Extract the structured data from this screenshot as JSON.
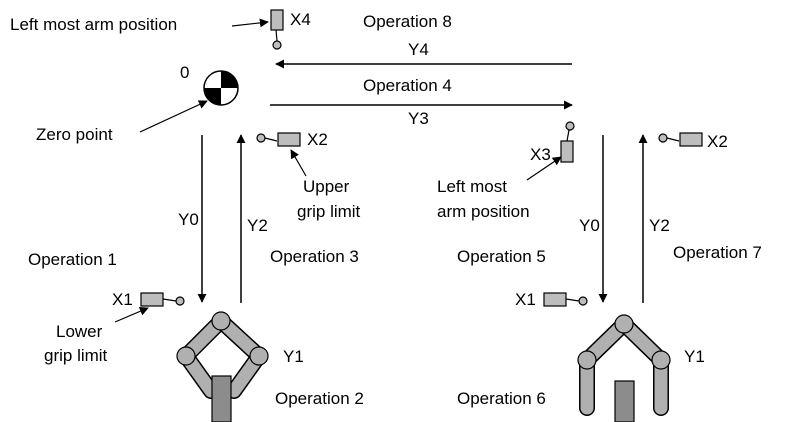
{
  "labels": {
    "zero_number": "0",
    "zero_point": "Zero point",
    "left_most_arm_position": "Left most arm position",
    "left_most": "Left most",
    "arm_position": "arm position",
    "upper": "Upper",
    "grip_limit": "grip limit",
    "lower": "Lower"
  },
  "switches": {
    "x1": "X1",
    "x2": "X2",
    "x3": "X3",
    "x4": "X4",
    "y1": "Y1"
  },
  "arrows": {
    "y0": "Y0",
    "y2": "Y2",
    "y3": "Y3",
    "y4": "Y4"
  },
  "operations": {
    "op1": "Operation 1",
    "op2": "Operation 2",
    "op3": "Operation 3",
    "op4": "Operation 4",
    "op5": "Operation 5",
    "op6": "Operation 6",
    "op7": "Operation 7",
    "op8": "Operation 8"
  },
  "colors": {
    "switch_fill": "#bdbdbd",
    "arm_fill": "#b0b0b0",
    "workpiece_fill": "#8c8c8c",
    "line": "#000000"
  }
}
